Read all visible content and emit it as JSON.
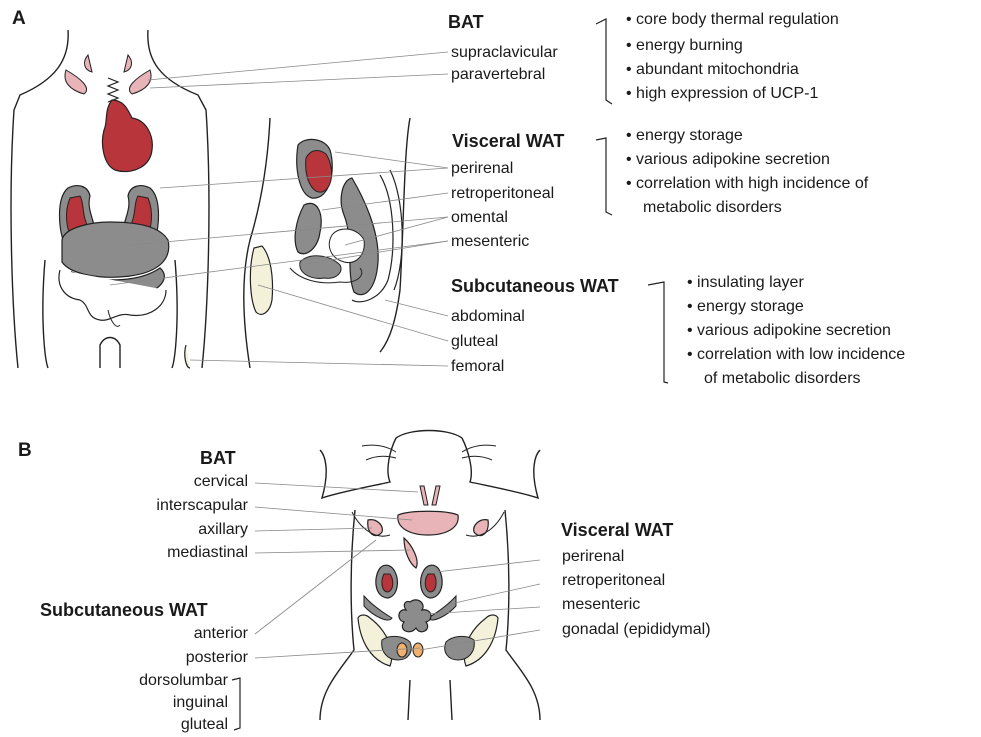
{
  "panels": {
    "a": "A",
    "b": "B"
  },
  "human": {
    "bat": {
      "title": "BAT",
      "sites": [
        "supraclavicular",
        "paravertebral"
      ],
      "features": [
        "• core body thermal regulation",
        "• energy burning",
        "• abundant mitochondria",
        "• high expression of UCP-1"
      ]
    },
    "visceral": {
      "title": "Visceral WAT",
      "sites": [
        "perirenal",
        "retroperitoneal",
        "omental",
        "mesenteric"
      ],
      "features": [
        "• energy storage",
        "• various adipokine secretion",
        "• correlation with high incidence of",
        "metabolic disorders"
      ]
    },
    "subcutaneous": {
      "title": "Subcutaneous WAT",
      "sites": [
        "abdominal",
        "gluteal",
        "femoral"
      ],
      "features": [
        "• insulating layer",
        "• energy storage",
        "• various adipokine secretion",
        "• correlation with low incidence",
        "of metabolic disorders"
      ]
    }
  },
  "mouse": {
    "bat": {
      "title": "BAT",
      "sites": [
        "cervical",
        "interscapular",
        "axillary",
        "mediastinal"
      ]
    },
    "subcutaneous": {
      "title": "Subcutaneous WAT",
      "sites": [
        "anterior",
        "posterior",
        "dorsolumbar",
        "inguinal",
        "gluteal"
      ]
    },
    "visceral": {
      "title": "Visceral WAT",
      "sites": [
        "perirenal",
        "retroperitoneal",
        "mesenteric",
        "gonadal (epididymal)"
      ]
    }
  },
  "colors": {
    "bat_pink": "#e8b4b8",
    "bat_red": "#b8363b",
    "wat_gray": "#8c8c8c",
    "subq_cream": "#f4f1da",
    "outline": "#222222"
  }
}
